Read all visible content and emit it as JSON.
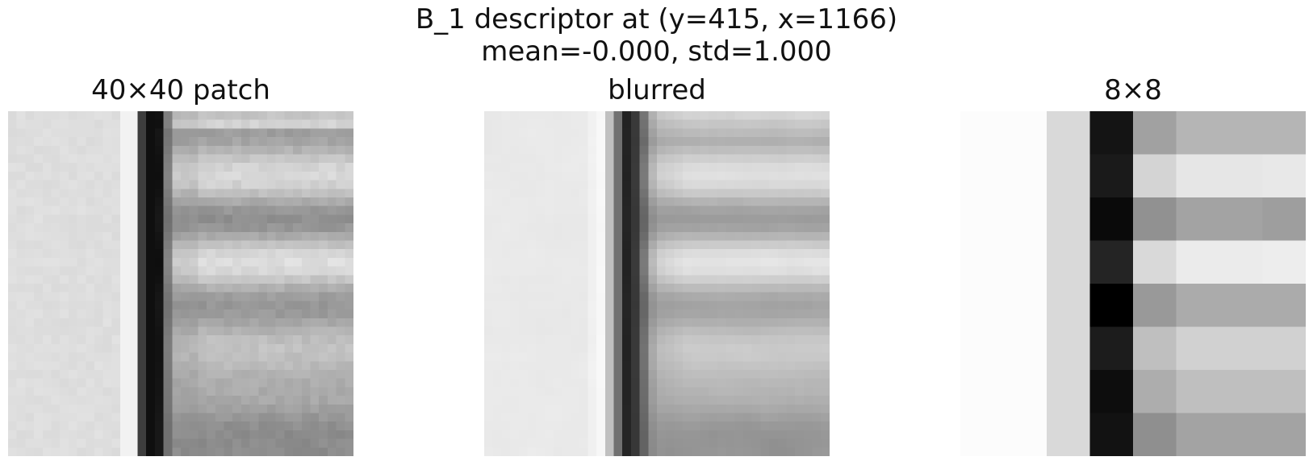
{
  "figure": {
    "title_line1": "B_1 descriptor at (y=415, x=1166)",
    "title_line2": "mean=-0.000, std=1.000"
  },
  "panels": [
    {
      "title": "40×40 patch"
    },
    {
      "title": "blurred"
    },
    {
      "title": "8×8"
    }
  ],
  "colors": {
    "background": "#ffffff",
    "text": "#111111",
    "colormap": "gray"
  },
  "image_grids": {
    "descriptor_8x8": [
      [
        0.99,
        0.99,
        0.85,
        0.08,
        0.63,
        0.71,
        0.71,
        0.71
      ],
      [
        0.99,
        0.99,
        0.85,
        0.1,
        0.83,
        0.9,
        0.9,
        0.91
      ],
      [
        0.99,
        0.99,
        0.85,
        0.04,
        0.57,
        0.64,
        0.64,
        0.62
      ],
      [
        0.99,
        0.99,
        0.85,
        0.14,
        0.85,
        0.92,
        0.92,
        0.93
      ],
      [
        0.99,
        0.99,
        0.85,
        0.0,
        0.6,
        0.67,
        0.67,
        0.67
      ],
      [
        0.99,
        0.99,
        0.85,
        0.11,
        0.75,
        0.82,
        0.82,
        0.82
      ],
      [
        0.99,
        0.99,
        0.85,
        0.05,
        0.68,
        0.75,
        0.75,
        0.75
      ],
      [
        0.99,
        0.99,
        0.85,
        0.07,
        0.56,
        0.64,
        0.64,
        0.64
      ]
    ]
  }
}
